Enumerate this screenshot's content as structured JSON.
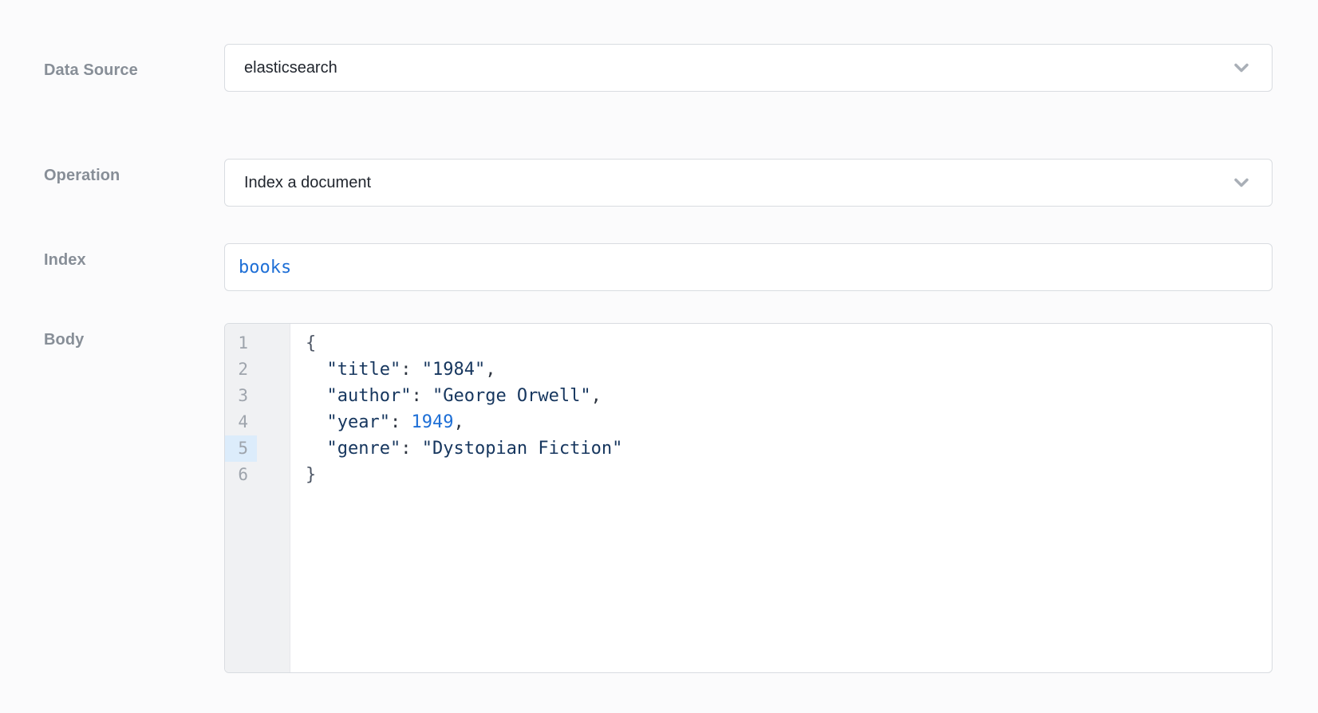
{
  "form": {
    "data_source": {
      "label": "Data Source",
      "value": "elasticsearch"
    },
    "operation": {
      "label": "Operation",
      "value": "Index a document"
    },
    "index": {
      "label": "Index",
      "value": "books"
    },
    "body": {
      "label": "Body",
      "active_line": 5,
      "line_numbers": [
        1,
        2,
        3,
        4,
        5,
        6
      ],
      "json_text": "{\n  \"title\": \"1984\",\n  \"author\": \"George Orwell\",\n  \"year\": 1949,\n  \"genre\": \"Dystopian Fiction\"\n}",
      "lines": [
        [
          {
            "t": "brace",
            "v": "{"
          }
        ],
        [
          {
            "t": "plain",
            "v": "  "
          },
          {
            "t": "string",
            "v": "\"title\""
          },
          {
            "t": "punct",
            "v": ": "
          },
          {
            "t": "string",
            "v": "\"1984\""
          },
          {
            "t": "punct",
            "v": ","
          }
        ],
        [
          {
            "t": "plain",
            "v": "  "
          },
          {
            "t": "string",
            "v": "\"author\""
          },
          {
            "t": "punct",
            "v": ": "
          },
          {
            "t": "string",
            "v": "\"George Orwell\""
          },
          {
            "t": "punct",
            "v": ","
          }
        ],
        [
          {
            "t": "plain",
            "v": "  "
          },
          {
            "t": "string",
            "v": "\"year\""
          },
          {
            "t": "punct",
            "v": ": "
          },
          {
            "t": "number",
            "v": "1949"
          },
          {
            "t": "punct",
            "v": ","
          }
        ],
        [
          {
            "t": "plain",
            "v": "  "
          },
          {
            "t": "string",
            "v": "\"genre\""
          },
          {
            "t": "punct",
            "v": ": "
          },
          {
            "t": "string",
            "v": "\"Dystopian Fiction\""
          }
        ],
        [
          {
            "t": "brace",
            "v": "}"
          }
        ]
      ]
    }
  },
  "icons": {
    "data_source_dropdown": "chevron-down",
    "operation_dropdown": "chevron-down"
  },
  "colors": {
    "page_bg": "#FBFBFC",
    "field_bg": "#FFFFFF",
    "border": "#D9DCE1",
    "label": "#878E97",
    "text": "#21262E",
    "chevron": "#A9AFB7",
    "gutter_bg": "#F0F1F3",
    "gutter_border": "#E6E8EB",
    "line_number": "#9EA4AC",
    "active_line_bg": "#DCECFB",
    "code_string": "#16365E",
    "code_number": "#1E6FD6",
    "code_brace": "#4E5766",
    "code_punct": "#2E3540"
  }
}
